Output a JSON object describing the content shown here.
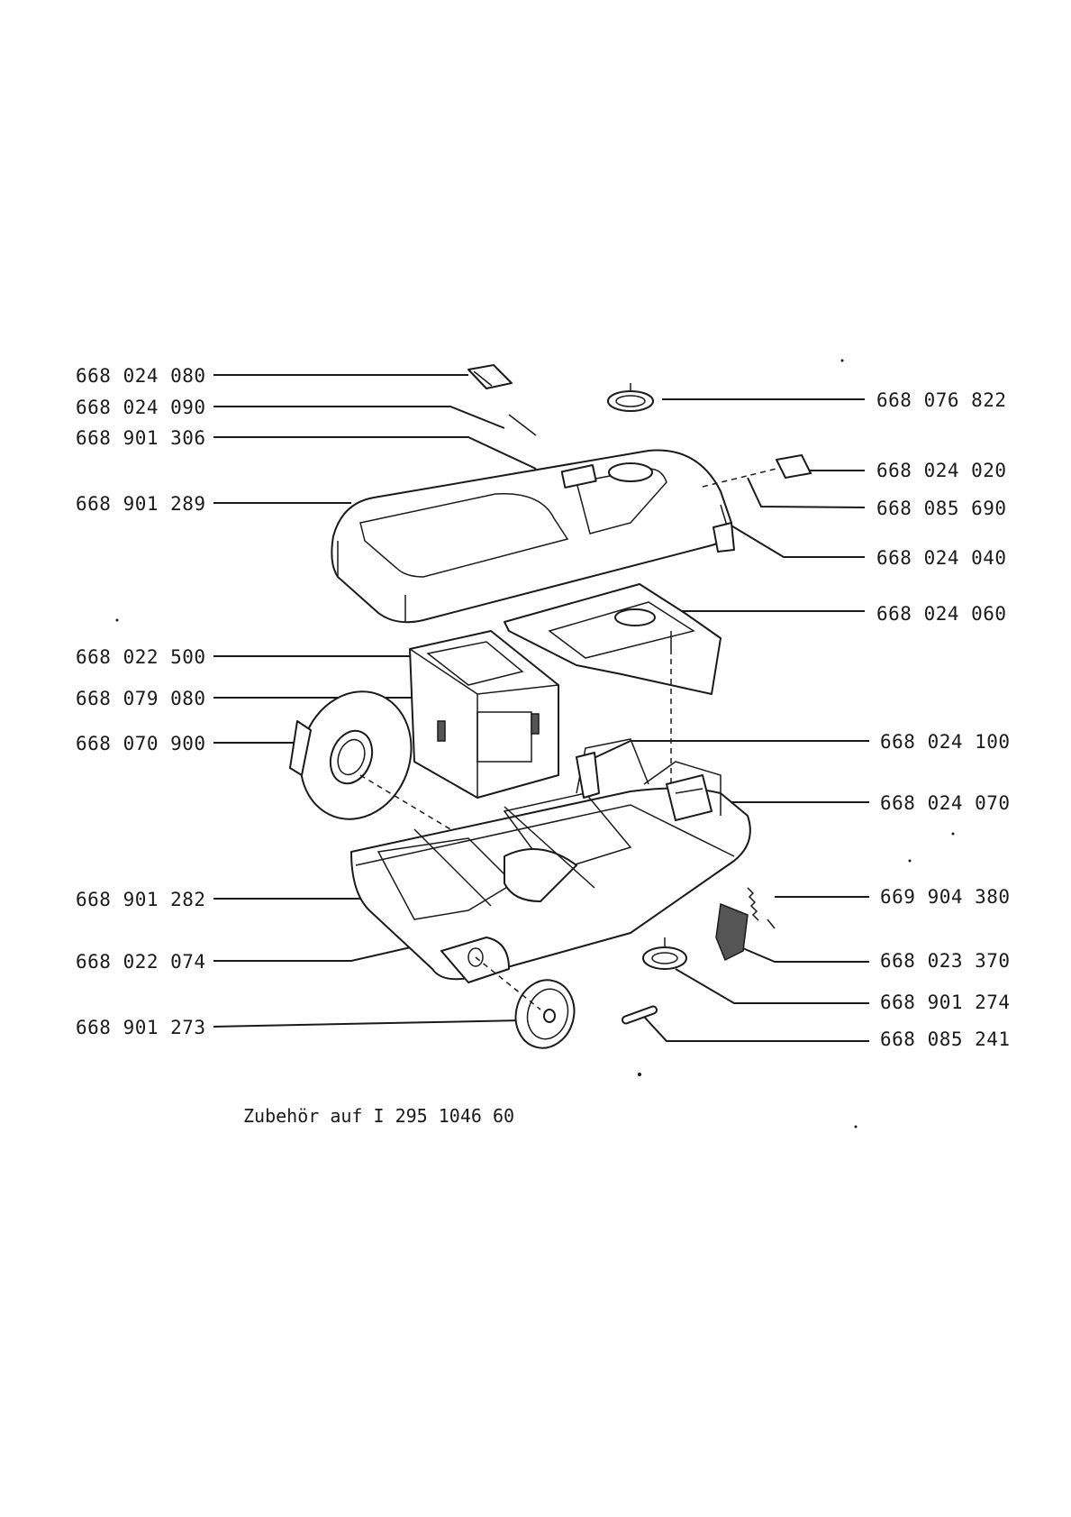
{
  "labels_left": [
    {
      "id": "l1",
      "text": "668 024 080"
    },
    {
      "id": "l2",
      "text": "668 024 090"
    },
    {
      "id": "l3",
      "text": "668 901 306"
    },
    {
      "id": "l4",
      "text": "668 901 289"
    },
    {
      "id": "l5",
      "text": "668 022 500"
    },
    {
      "id": "l6",
      "text": "668 079 080"
    },
    {
      "id": "l7",
      "text": "668 070 900"
    },
    {
      "id": "l8",
      "text": "668 901 282"
    },
    {
      "id": "l9",
      "text": "668 022 074"
    },
    {
      "id": "l10",
      "text": "668 901 273"
    }
  ],
  "labels_right": [
    {
      "id": "r1",
      "text": "668 076 822"
    },
    {
      "id": "r2",
      "text": "668 024 020"
    },
    {
      "id": "r3",
      "text": "668 085 690"
    },
    {
      "id": "r4",
      "text": "668 024 040"
    },
    {
      "id": "r5",
      "text": "668 024 060"
    },
    {
      "id": "r6",
      "text": "668 024 100"
    },
    {
      "id": "r7",
      "text": "668 024 070"
    },
    {
      "id": "r8",
      "text": "669 904 380"
    },
    {
      "id": "r9",
      "text": "668 023 370"
    },
    {
      "id": "r10",
      "text": "668 901 274"
    },
    {
      "id": "r11",
      "text": "668 085 241"
    }
  ],
  "caption": "Zubehör auf I 295 1046 60"
}
